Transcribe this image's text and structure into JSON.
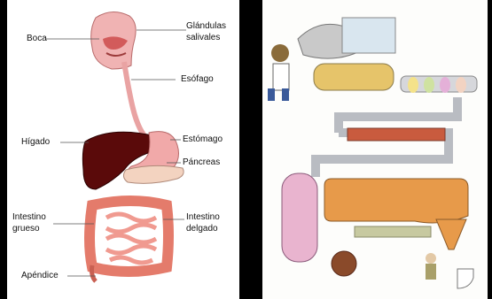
{
  "labels": {
    "boca": "Boca",
    "glandulas_line1": "Glándulas",
    "glandulas_line2": "salivales",
    "esofago": "Esófago",
    "higado": "Hígado",
    "estomago": "Estómago",
    "pancreas": "Páncreas",
    "intestino_grueso_line1": "Intestino",
    "intestino_grueso_line2": "grueso",
    "intestino_delgado_line1": "Intestino",
    "intestino_delgado_line2": "delgado",
    "apendice": "Apéndice"
  },
  "colors": {
    "organ_pink": "#e8a0a0",
    "liver": "#5a0a0a",
    "pipe_gray": "#b9bcc2",
    "tank_pink": "#e9b4cf",
    "tank_orange": "#e79a4a"
  }
}
